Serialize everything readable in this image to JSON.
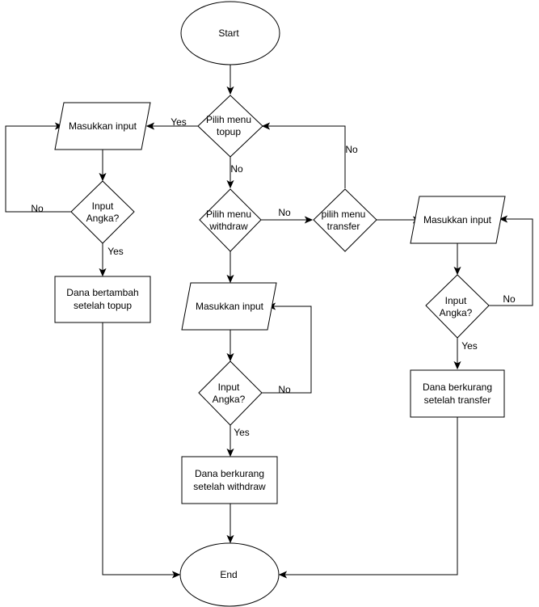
{
  "nodes": {
    "start": "Start",
    "end": "End",
    "topup_decision": [
      "Pilih menu",
      "topup"
    ],
    "withdraw_decision": [
      "Pilih menu",
      "withdraw"
    ],
    "transfer_decision": [
      "pilih menu",
      "transfer"
    ],
    "topup_input": "Masukkan input",
    "withdraw_input": "Masukkan input",
    "transfer_input": "Masukkan input",
    "topup_check": [
      "Input",
      "Angka?"
    ],
    "withdraw_check": [
      "Input",
      "Angka?"
    ],
    "transfer_check": [
      "Input",
      "Angka?"
    ],
    "topup_result": [
      "Dana bertambah",
      "setelah topup"
    ],
    "withdraw_result": [
      "Dana berkurang",
      "setelah withdraw"
    ],
    "transfer_result": [
      "Dana berkurang",
      "setelah transfer"
    ]
  },
  "edge_labels": {
    "topup_yes": "Yes",
    "topup_no": "No",
    "topup_check_no": "No",
    "topup_check_yes": "Yes",
    "withdraw_no": "No",
    "withdraw_check_no": "No",
    "withdraw_check_yes": "Yes",
    "transfer_no": "No",
    "transfer_check_no": "No",
    "transfer_check_yes": "Yes"
  }
}
